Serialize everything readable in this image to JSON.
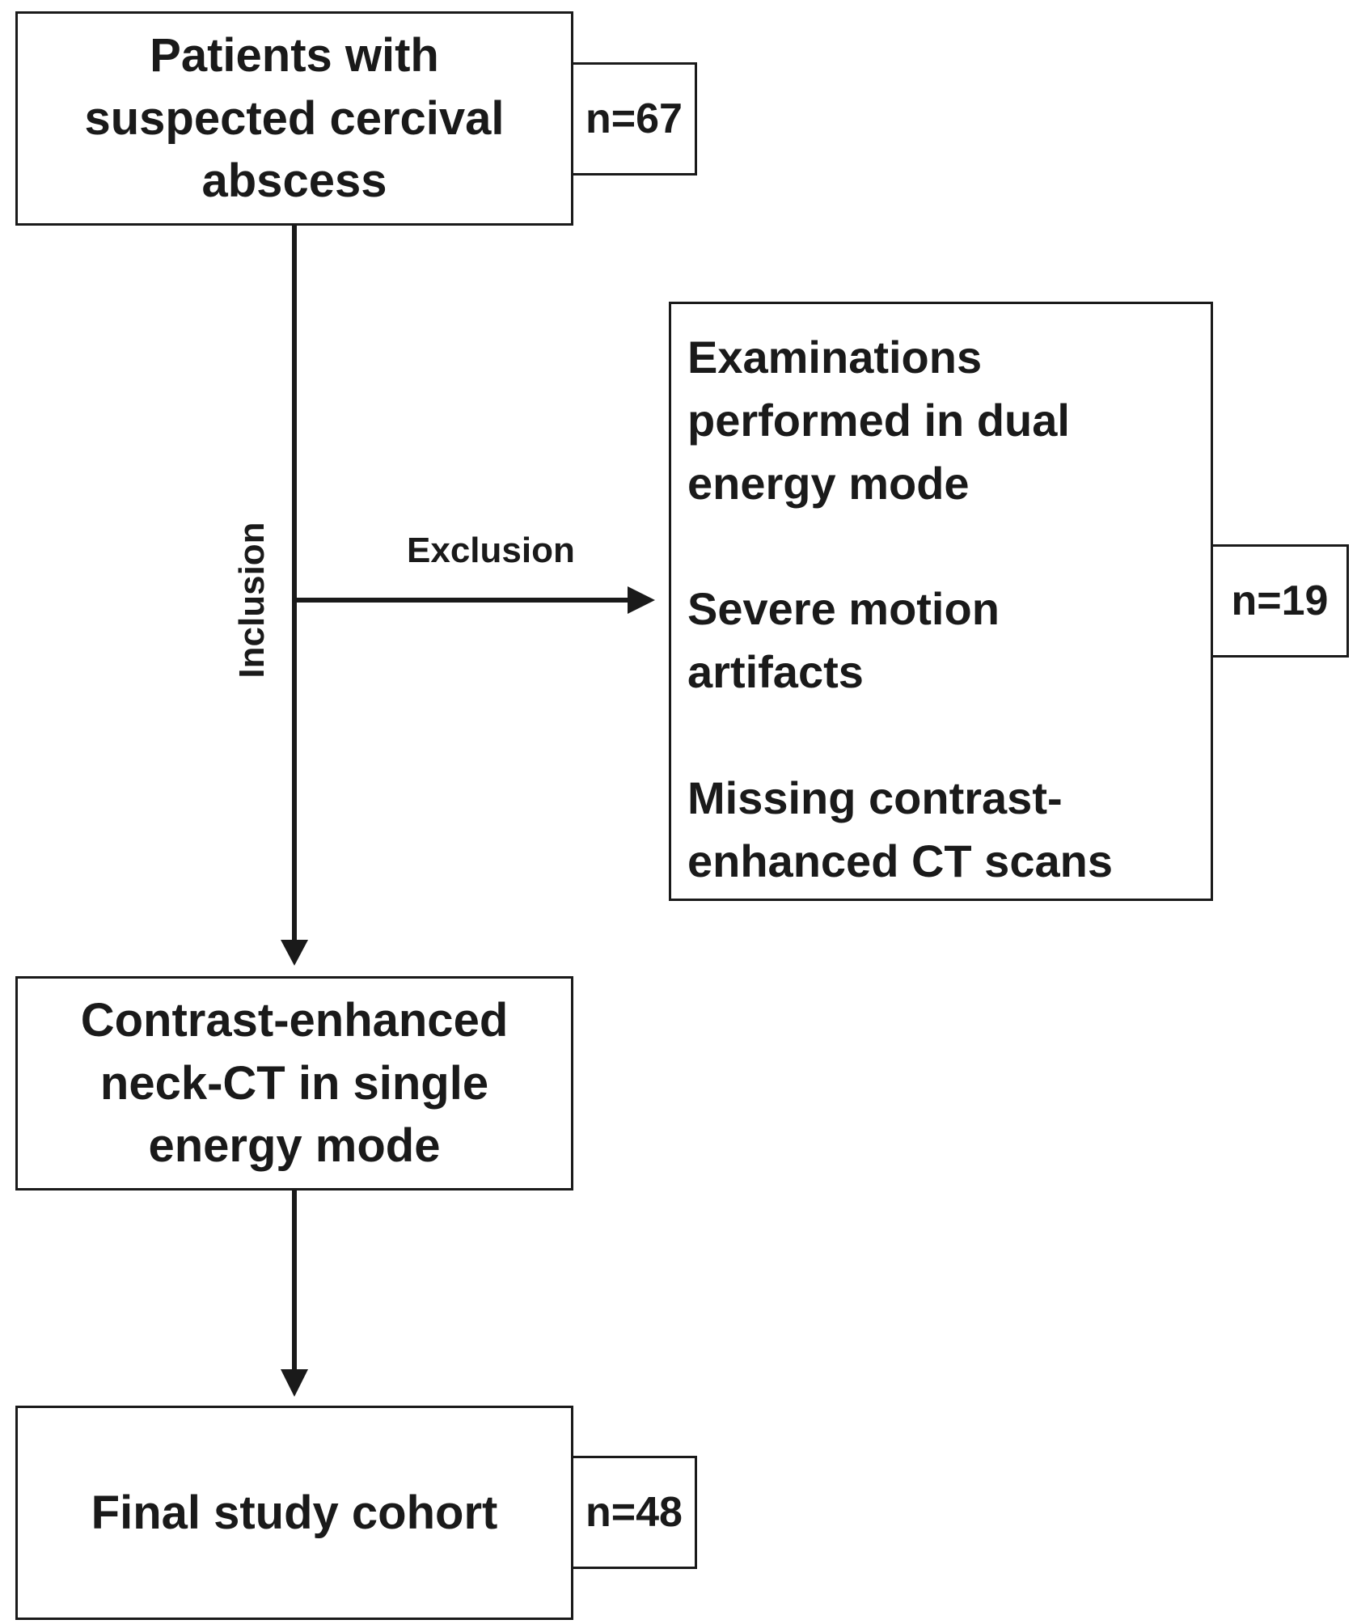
{
  "nodes": {
    "start": {
      "lines": [
        "Patients with",
        "suspected cercival",
        "abscess"
      ],
      "count": "n=67"
    },
    "exclusion": {
      "reasons": [
        [
          "Examinations",
          "performed in dual",
          "energy mode"
        ],
        [
          "Severe motion",
          "artifacts"
        ],
        [
          "Missing contrast-",
          "enhanced CT scans"
        ]
      ],
      "count": "n=19"
    },
    "contrast_ct": {
      "lines": [
        "Contrast-enhanced",
        "neck-CT in single",
        "energy mode"
      ]
    },
    "final": {
      "lines": [
        "Final study cohort"
      ],
      "count": "n=48"
    }
  },
  "edges": {
    "inclusion_label": "Inclusion",
    "exclusion_label": "Exclusion"
  }
}
